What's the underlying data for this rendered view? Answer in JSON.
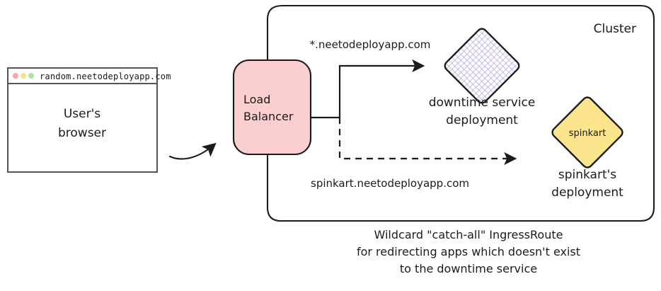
{
  "diagram": {
    "title_caption": [
      "Wildcard \"catch-all\" IngressRoute",
      "for redirecting apps which doesn't exist",
      "to the downtime service"
    ],
    "cluster": {
      "label": "Cluster",
      "border_color": "#1b1b1b"
    },
    "browser_window": {
      "address": "random.neetodeployapp.com",
      "body_text_line1": "User's",
      "body_text_line2": "browser",
      "dot_red": "#f7a8a8",
      "dot_yellow": "#f7e08a",
      "dot_green": "#a8e6a3",
      "frame_color": "#555555"
    },
    "load_balancer": {
      "line1": "Load",
      "line2": "Balancer",
      "fill": "#fbcfcf",
      "stroke": "#1b1b1b"
    },
    "routes": [
      {
        "name": "wildcard-route",
        "label": "*.neetodeployapp.com",
        "style": "solid"
      },
      {
        "name": "spinkart-route",
        "label": "spinkart.neetodeployapp.com",
        "style": "dashed"
      }
    ],
    "nodes": [
      {
        "name": "downtime-service",
        "caption_line1": "downtime service",
        "caption_line2": "deployment",
        "fill": "#ffffff",
        "pattern_color": "#b3aae2",
        "stroke": "#1b1b1b",
        "chip_label": ""
      },
      {
        "name": "spinkart-deployment",
        "caption_line1": "spinkart's",
        "caption_line2": "deployment",
        "fill": "#fae58c",
        "pattern_color": "",
        "stroke": "#1b1b1b",
        "chip_label": "spinkart"
      }
    ]
  }
}
